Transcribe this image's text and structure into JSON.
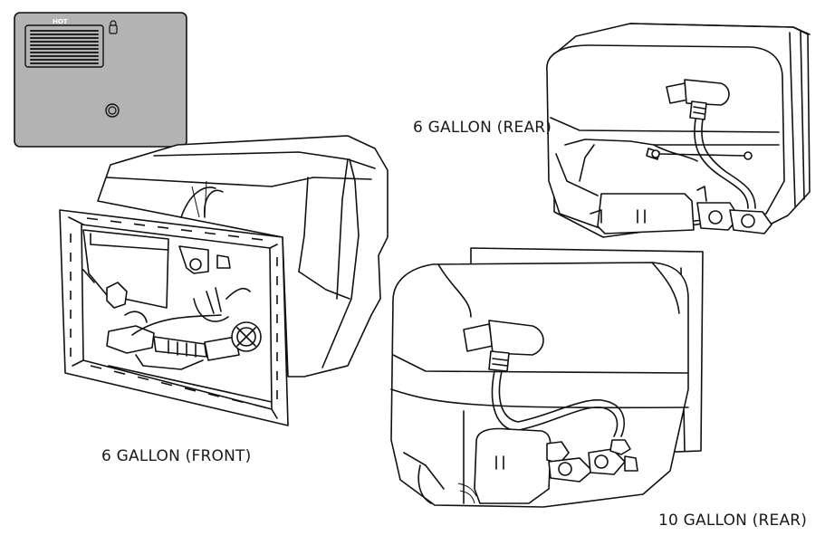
{
  "access_door": {
    "hot_label": "HOT",
    "panel_color": "#b3b3b3"
  },
  "labels": {
    "front_6_gallon": "6 GALLON (FRONT)",
    "rear_6_gallon": "6 GALLON (REAR)",
    "rear_10_gallon": "10 GALLON (REAR)"
  }
}
